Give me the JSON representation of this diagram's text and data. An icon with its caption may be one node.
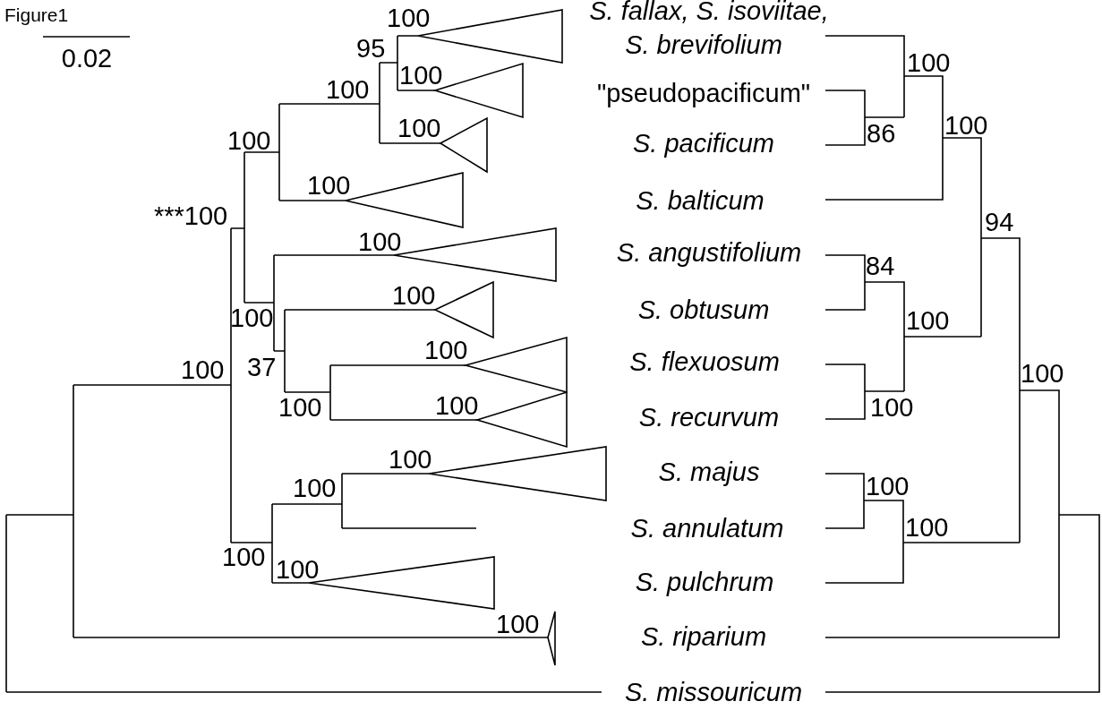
{
  "diagram": {
    "title": "Figure1",
    "labels": [
      "0.02",
      "100",
      "95",
      "100",
      "100",
      "100",
      "100",
      "100",
      "***100",
      "100",
      "100",
      "100",
      "100",
      "37",
      "100",
      "100",
      "100",
      "100",
      "100",
      "100",
      "100",
      "100",
      "S. fallax, S. isoviitae,",
      "S. brevifolium",
      "\"pseudopacificum\"",
      "S. pacificum",
      "S. balticum",
      "S. angustifolium",
      "S. obtusum",
      "S. flexuosum",
      "S. recurvum",
      "S. majus",
      "S. annulatum",
      "S. pulchrum",
      "S. riparium",
      "S. missouricum",
      "100",
      "100",
      "86",
      "94",
      "84",
      "100",
      "100",
      "100",
      "100",
      "100"
    ]
  }
}
